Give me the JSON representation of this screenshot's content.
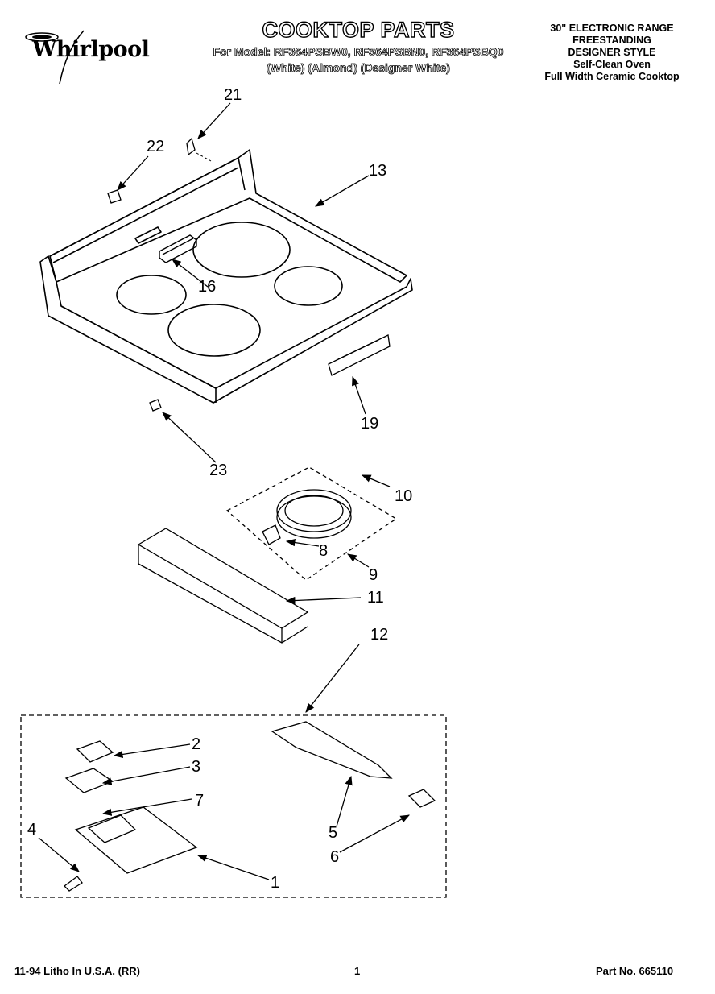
{
  "header": {
    "brand": "Whirlpool",
    "title": "COOKTOP PARTS",
    "models": "For Model: RF364PSBW0, RF364PSBN0, RF364PSBQ0",
    "colors": "(White)   (Almond) (Designer White)",
    "info_lines": [
      "30\" ELECTRONIC RANGE",
      "FREESTANDING",
      "DESIGNER STYLE",
      "Self-Clean Oven",
      "Full Width Ceramic Cooktop"
    ]
  },
  "callouts": {
    "c1": "1",
    "c2": "2",
    "c3": "3",
    "c4": "4",
    "c5": "5",
    "c6": "6",
    "c7": "7",
    "c8": "8",
    "c9": "9",
    "c10": "10",
    "c11": "11",
    "c12": "12",
    "c13": "13",
    "c16": "16",
    "c19": "19",
    "c21": "21",
    "c22": "22",
    "c23": "23"
  },
  "footer": {
    "left": "11-94 Litho In U.S.A. (RR)",
    "page": "1",
    "part_no": "Part No. 665110"
  }
}
